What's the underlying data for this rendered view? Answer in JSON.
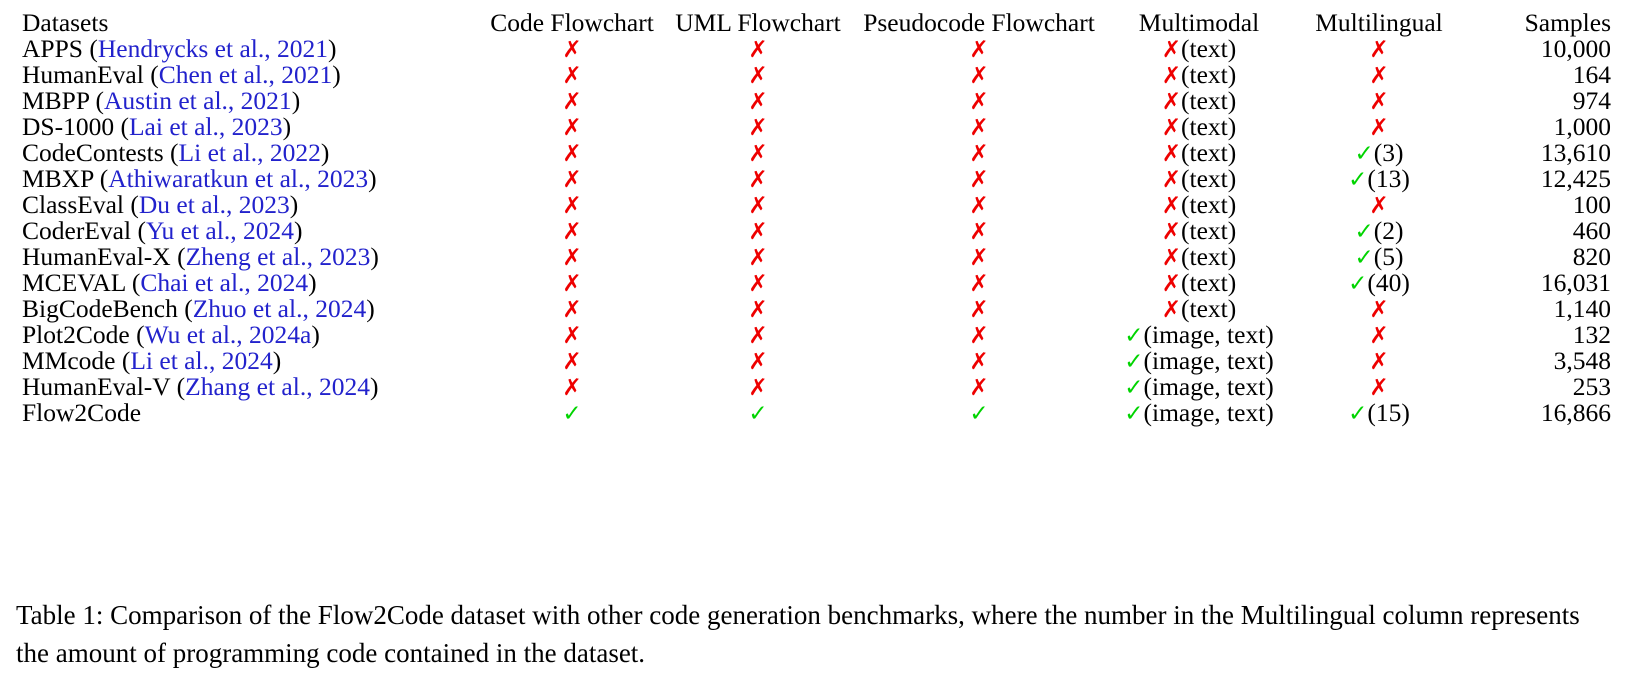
{
  "table": {
    "columns": [
      "Datasets",
      "Code Flowchart",
      "UML Flowchart",
      "Pseudocode Flowchart",
      "Multimodal",
      "Multilingual",
      "Samples"
    ],
    "colors": {
      "cross": "#ee0000",
      "check": "#00d400",
      "citation": "#2222cc",
      "rule": "#2b2b2b"
    },
    "marks": {
      "cross": "✗",
      "check": "✓"
    },
    "groups": [
      {
        "name": "text-only-benchmarks",
        "rows": [
          {
            "name": "APPS",
            "citation": "Hendrycks et al., 2021",
            "code_flowchart": "✗",
            "uml_flowchart": "✗",
            "pseudocode_flowchart": "✗",
            "multimodal": "✗",
            "multimodal_note": "(text)",
            "multilingual": "✗",
            "multilingual_note": "",
            "samples": "10,000"
          },
          {
            "name": "HumanEval",
            "citation": "Chen et al., 2021",
            "code_flowchart": "✗",
            "uml_flowchart": "✗",
            "pseudocode_flowchart": "✗",
            "multimodal": "✗",
            "multimodal_note": "(text)",
            "multilingual": "✗",
            "multilingual_note": "",
            "samples": "164"
          },
          {
            "name": "MBPP",
            "citation": "Austin et al., 2021",
            "code_flowchart": "✗",
            "uml_flowchart": "✗",
            "pseudocode_flowchart": "✗",
            "multimodal": "✗",
            "multimodal_note": "(text)",
            "multilingual": "✗",
            "multilingual_note": "",
            "samples": "974"
          },
          {
            "name": "DS-1000",
            "citation": "Lai et al., 2023",
            "code_flowchart": "✗",
            "uml_flowchart": "✗",
            "pseudocode_flowchart": "✗",
            "multimodal": "✗",
            "multimodal_note": "(text)",
            "multilingual": "✗",
            "multilingual_note": "",
            "samples": "1,000"
          },
          {
            "name": "CodeContests",
            "citation": "Li et al., 2022",
            "code_flowchart": "✗",
            "uml_flowchart": "✗",
            "pseudocode_flowchart": "✗",
            "multimodal": "✗",
            "multimodal_note": "(text)",
            "multilingual": "✓",
            "multilingual_note": "(3)",
            "samples": "13,610"
          },
          {
            "name": "MBXP",
            "citation": "Athiwaratkun et al., 2023",
            "code_flowchart": "✗",
            "uml_flowchart": "✗",
            "pseudocode_flowchart": "✗",
            "multimodal": "✗",
            "multimodal_note": "(text)",
            "multilingual": "✓",
            "multilingual_note": "(13)",
            "samples": "12,425"
          },
          {
            "name": "ClassEval",
            "citation": "Du et al., 2023",
            "code_flowchart": "✗",
            "uml_flowchart": "✗",
            "pseudocode_flowchart": "✗",
            "multimodal": "✗",
            "multimodal_note": "(text)",
            "multilingual": "✗",
            "multilingual_note": "",
            "samples": "100"
          },
          {
            "name": "CoderEval",
            "citation": "Yu et al., 2024",
            "code_flowchart": "✗",
            "uml_flowchart": "✗",
            "pseudocode_flowchart": "✗",
            "multimodal": "✗",
            "multimodal_note": "(text)",
            "multilingual": "✓",
            "multilingual_note": "(2)",
            "samples": "460"
          },
          {
            "name": "HumanEval-X",
            "citation": "Zheng et al., 2023",
            "code_flowchart": "✗",
            "uml_flowchart": "✗",
            "pseudocode_flowchart": "✗",
            "multimodal": "✗",
            "multimodal_note": "(text)",
            "multilingual": "✓",
            "multilingual_note": "(5)",
            "samples": "820"
          },
          {
            "name": "MCEVAL",
            "citation": "Chai et al., 2024",
            "code_flowchart": "✗",
            "uml_flowchart": "✗",
            "pseudocode_flowchart": "✗",
            "multimodal": "✗",
            "multimodal_note": "(text)",
            "multilingual": "✓",
            "multilingual_note": "(40)",
            "samples": "16,031"
          },
          {
            "name": "BigCodeBench",
            "citation": "Zhuo et al., 2024",
            "code_flowchart": "✗",
            "uml_flowchart": "✗",
            "pseudocode_flowchart": "✗",
            "multimodal": "✗",
            "multimodal_note": "(text)",
            "multilingual": "✗",
            "multilingual_note": "",
            "samples": "1,140"
          }
        ]
      },
      {
        "name": "multimodal-benchmarks",
        "rows": [
          {
            "name": "Plot2Code",
            "citation": "Wu et al., 2024a",
            "code_flowchart": "✗",
            "uml_flowchart": "✗",
            "pseudocode_flowchart": "✗",
            "multimodal": "✓",
            "multimodal_note": "(image, text)",
            "multilingual": "✗",
            "multilingual_note": "",
            "samples": "132"
          },
          {
            "name": "MMcode",
            "citation": "Li et al., 2024",
            "code_flowchart": "✗",
            "uml_flowchart": "✗",
            "pseudocode_flowchart": "✗",
            "multimodal": "✓",
            "multimodal_note": "(image, text)",
            "multilingual": "✗",
            "multilingual_note": "",
            "samples": "3,548"
          },
          {
            "name": "HumanEval-V",
            "citation": "Zhang et al., 2024",
            "code_flowchart": "✗",
            "uml_flowchart": "✗",
            "pseudocode_flowchart": "✗",
            "multimodal": "✓",
            "multimodal_note": "(image, text)",
            "multilingual": "✗",
            "multilingual_note": "",
            "samples": "253"
          }
        ]
      },
      {
        "name": "ours",
        "rows": [
          {
            "name": "Flow2Code",
            "citation": "",
            "code_flowchart": "✓",
            "uml_flowchart": "✓",
            "pseudocode_flowchart": "✓",
            "multimodal": "✓",
            "multimodal_note": "(image, text)",
            "multilingual": "✓",
            "multilingual_note": "(15)",
            "samples": "16,866"
          }
        ]
      }
    ]
  },
  "caption": {
    "label": "Table 1:",
    "text": "Comparison of the Flow2Code dataset with other code generation benchmarks, where the number in the Multilingual column represents the amount of programming code contained in the dataset."
  }
}
